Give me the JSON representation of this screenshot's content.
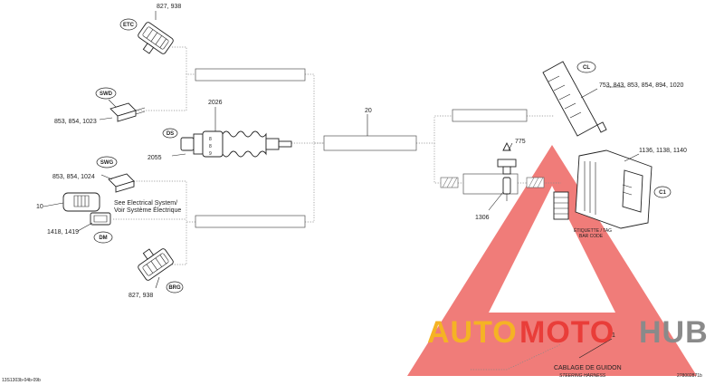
{
  "labels": {
    "etc_parts": "827, 938",
    "etc_tag": "ETC",
    "swd_tag": "SWD",
    "swd_parts": "853, 854, 1023",
    "ds_tag": "DS",
    "ds_part": "2055",
    "boot_part": "2026",
    "swg_tag": "SWG",
    "swg_parts": "853, 854, 1024",
    "part_10": "10",
    "see_line1": "See Electrical System/",
    "see_line2": "Voir Système Électrique",
    "parts_1418": "1418, 1419",
    "dm_tag": "DM",
    "brg_parts": "827, 938",
    "brg_tag": "BRG",
    "main_box": "20",
    "cl_tag": "CL",
    "cl_parts": "753, 843, 853, 854, 894, 1020",
    "c1_parts": "1136, 1138, 1140",
    "c1_tag": "C1",
    "part_775": "775",
    "part_1306": "1306",
    "etiquette_line1": "ÉTIQUETTE / TAG",
    "etiquette_line2": "BAR CODE",
    "part_1": "1",
    "harness_fr": "CABLAGE DE GUIDON",
    "harness_en": "STEERING HARNESS",
    "code_left": "13S1303b-04b-09b",
    "code_right": "278002871b"
  },
  "watermark": {
    "part1": "AUTO",
    "part2": "MOTO",
    "part3": "HUB",
    "color_orange": "#f5b324",
    "color_red": "#e8322e",
    "color_gray": "#8a8a8a"
  }
}
